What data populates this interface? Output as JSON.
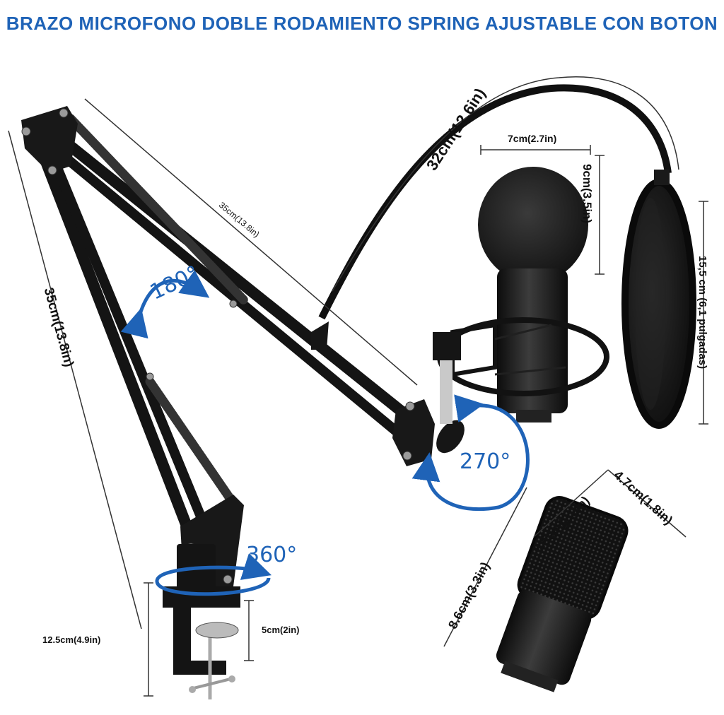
{
  "title": "BRAZO MICROFONO DOBLE RODAMIENTO SPRING AJUSTABLE CON BOTON",
  "colors": {
    "accent": "#1f63b7",
    "metal": "#141414",
    "foam": "#1b1b1b"
  },
  "dimensions": {
    "gooseneck": "32cm(12.6in)",
    "mic_width": "7cm(2.7in)",
    "mic_height": "9cm(3.5in)",
    "pop_filter": "15,5 cm (6,1 pulgadas)",
    "upper_arm": "35cm(13.8in)",
    "lower_arm": "35cm(13.8in)",
    "clamp_total": "12.5cm(4.9in)",
    "clamp_opening": "5cm(2in)",
    "mic_body_length": "8.6cm(3.3in)",
    "mic_head_length": "6.5cm(2.5in)",
    "mic_diameter": "4.7cm(1.8in)"
  },
  "angles": {
    "upper_joint": "180°",
    "mount": "270°",
    "base": "360°"
  }
}
